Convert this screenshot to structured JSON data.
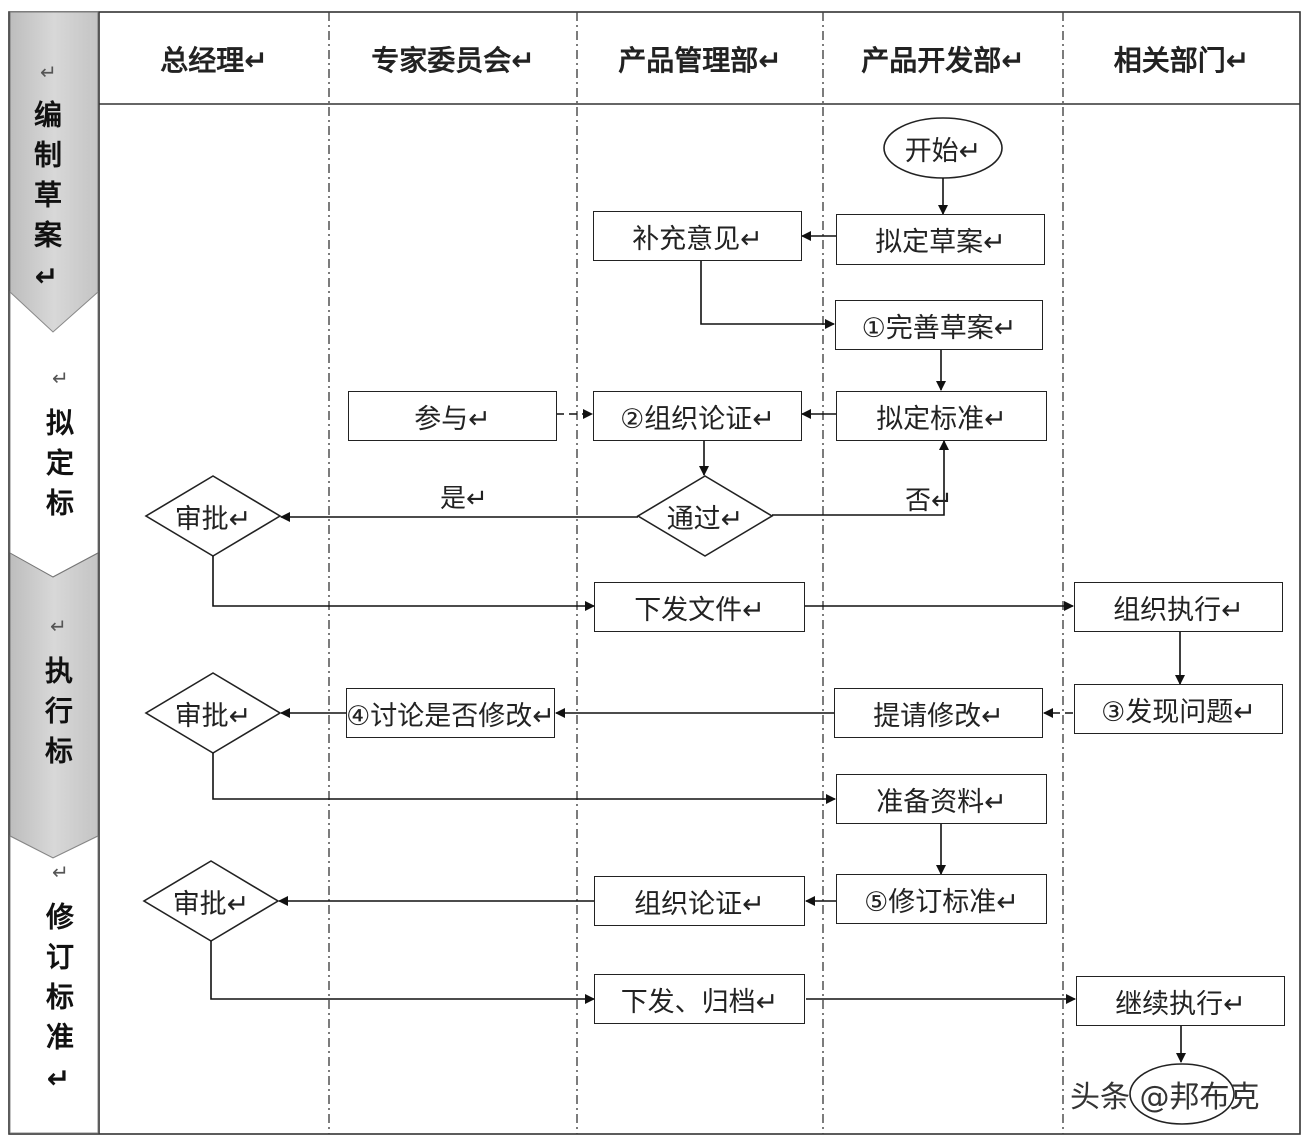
{
  "headers": [
    "总经理↵",
    "专家委员会↵",
    "产品管理部↵",
    "产品开发部↵",
    "相关部门↵"
  ],
  "phases": [
    {
      "return_mark": "↵",
      "text": "编制草案↵"
    },
    {
      "return_mark": "↵",
      "text": "拟定标"
    },
    {
      "return_mark": "↵",
      "text": "执行标"
    },
    {
      "return_mark": "↵",
      "text": "修订标准↵"
    }
  ],
  "nodes": {
    "start": "开始↵",
    "draft": "拟定草案↵",
    "supplement": "补充意见↵",
    "improve": "①完善草案↵",
    "participate": "参与↵",
    "organize_demo": "②组织论证↵",
    "draft_standard": "拟定标准↵",
    "pass": "通过↵",
    "approve1": "审批↵",
    "issue_file": "下发文件↵",
    "organize_exec": "组织执行↵",
    "discuss": "④讨论是否修改↵",
    "request_change": "提请修改↵",
    "find_problem": "③发现问题↵",
    "approve2": "审批↵",
    "prepare": "准备资料↵",
    "approve3": "审批↵",
    "organize_demo2": "组织论证↵",
    "revise": "⑤修订标准↵",
    "issue_archive": "下发、归档↵",
    "continue_exec": "继续执行↵"
  },
  "labels": {
    "yes": "是↵",
    "no": "否↵"
  },
  "watermark": "头条 @邦布克"
}
